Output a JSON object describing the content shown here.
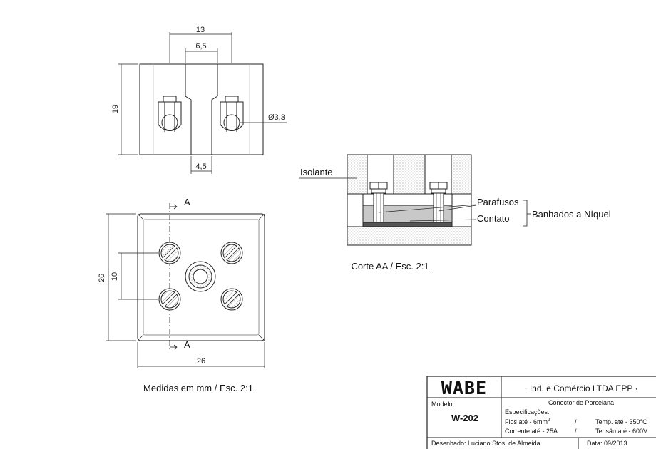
{
  "top_view": {
    "dim_width_outer": "13",
    "dim_width_inner": "6,5",
    "dim_height": "19",
    "dim_hole": "Ø3,3",
    "dim_slot": "4,5"
  },
  "section_view": {
    "label_insulator": "Isolante",
    "label_screws": "Parafusos",
    "label_contact": "Contato",
    "label_plated": "Banhados a Níquel",
    "caption": "Corte AA / Esc. 2:1"
  },
  "front_view": {
    "section_mark_top": "A",
    "section_mark_bottom": "A",
    "dim_height": "26",
    "dim_pitch": "10",
    "dim_width": "26",
    "caption": "Medidas em mm / Esc. 2:1"
  },
  "title_block": {
    "logo": "WABE",
    "company": "· Ind. e Comércio LTDA EPP ·",
    "model_label": "Modelo:",
    "model_value": "W-202",
    "product": "Conector de Porcelana",
    "spec_header": "Especificações:",
    "spec_wires": "Fios até - 6mm",
    "spec_wires_sup": "2",
    "spec_current": "Corrente até - 25A",
    "sep1": "/",
    "sep2": "/",
    "spec_temp": "Temp. até - 350°C",
    "spec_voltage": "Tensão até - 600V",
    "drawn_by": "Desenhado: Luciano Stos. de Almeida",
    "date": "Data: 09/2013"
  },
  "colors": {
    "line": "#222222",
    "hatch": "#999999",
    "metal": "#c8c8c8"
  }
}
